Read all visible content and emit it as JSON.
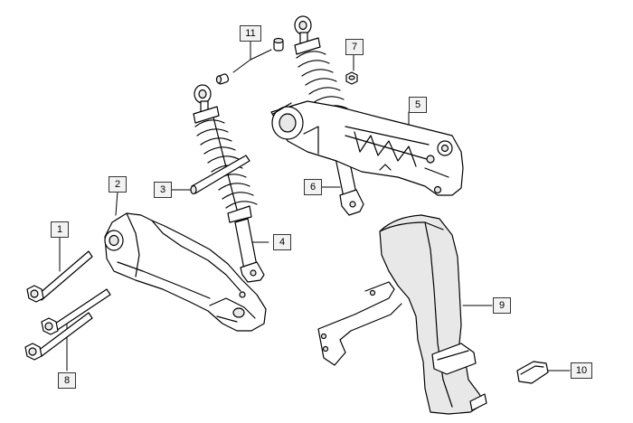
{
  "diagram": {
    "line_color": "#000000",
    "fill_color": "#ffffff",
    "shade_color": "#e8e8e8",
    "callouts": [
      {
        "id": "callout-1",
        "label": "1"
      },
      {
        "id": "callout-2",
        "label": "2"
      },
      {
        "id": "callout-3",
        "label": "3"
      },
      {
        "id": "callout-4",
        "label": "4"
      },
      {
        "id": "callout-5",
        "label": "5"
      },
      {
        "id": "callout-6",
        "label": "6"
      },
      {
        "id": "callout-7",
        "label": "7"
      },
      {
        "id": "callout-8",
        "label": "8"
      },
      {
        "id": "callout-9",
        "label": "9"
      },
      {
        "id": "callout-10",
        "label": "10"
      },
      {
        "id": "callout-11",
        "label": "11"
      }
    ]
  }
}
